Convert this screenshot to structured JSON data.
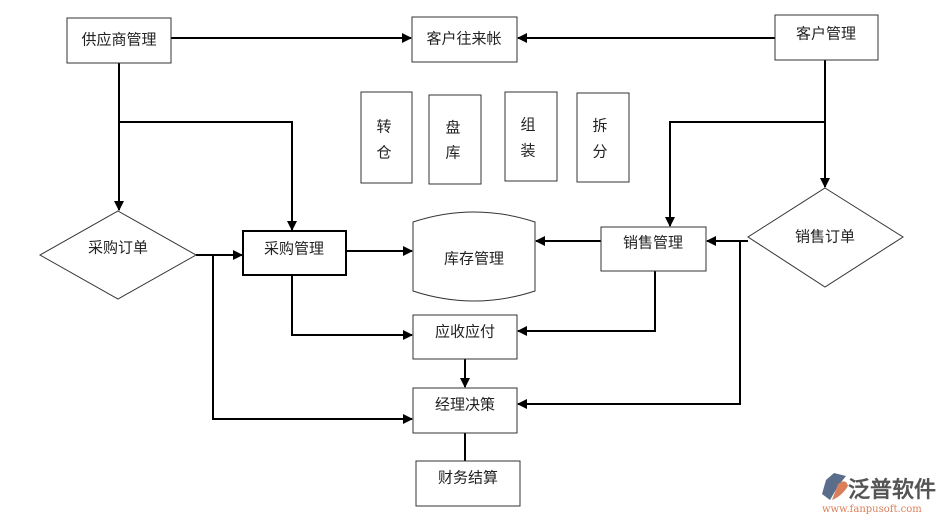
{
  "nodes": {
    "supplier": "供应商管理",
    "customer_account": "客户往来帐",
    "customer": "客户管理",
    "transfer": [
      "转",
      "仓"
    ],
    "stocktake": [
      "盘",
      "库"
    ],
    "assemble": [
      "组",
      "装"
    ],
    "split": [
      "拆",
      "分"
    ],
    "purchase_order": "采购订单",
    "purchase_mgmt": "采购管理",
    "inventory": "库存管理",
    "sales_mgmt": "销售管理",
    "sales_order": "销售订单",
    "ar_ap": "应收应付",
    "manager_decision": "经理决策",
    "finance": "财务结算"
  },
  "logo": {
    "name": "泛普软件",
    "url": "www.fanpusoft.com",
    "accent": "#d97f5a",
    "primary": "#5a6e8c"
  }
}
